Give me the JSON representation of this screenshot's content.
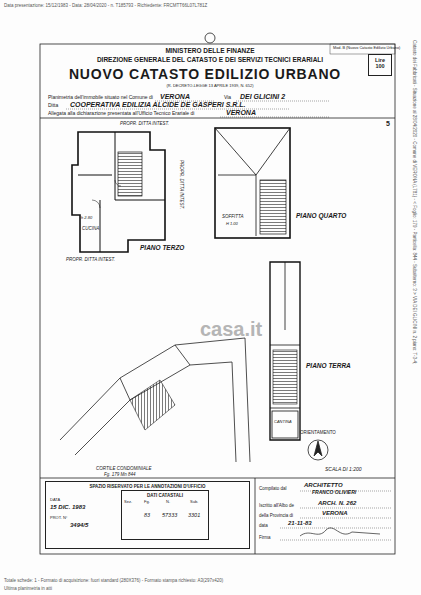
{
  "diagram": {
    "nodes": [
      {
        "text": [
          "Lire 100"
        ]
      },
      {
        "text": [
          "SPAZIO RISERVATO PER LE ANNOTAZIONI D'UFFICIO"
        ]
      },
      {
        "text": [
          "DATI CATASTALI"
        ],
        "in": 1
      }
    ],
    "labels": [
      "Data presentazione: 15/12/1983 - Data: 28/04/2020 - n. T185793 - Richiedente: FRCMTT66L07L781Z",
      "Mod. B (Nuovo Catasto Edilizio Urbano)",
      "MINISTERO DELLE FINANZE",
      "DIREZIONE GENERALE DEL CATASTO E DEI SERVIZI TECNICI ERARIALI",
      "NUOVO CATASTO EDILIZIO URBANO",
      "(R. DECRETO-LEGGE 13 APRILE 1939, N. 652)",
      "Planimetria dell'immobile situato nel Comune di",
      "VERONA",
      "Via",
      "DEI GLICINI 2",
      "Ditta",
      "COOPERATIVA EDILIZIA ALCIDE DE GASPERI S.R.L.",
      "Allegata alla dichiarazione presentata all'Ufficio Tecnico Erariale di",
      "VERONA",
      "5",
      "PROPR. DITTA INTEST.",
      "h 2.80",
      "CUCINA",
      "PROPR. DITTA INTEST.",
      "PROPR. DITTA INTEST.",
      "PIANO TERZO",
      "SOFFITTA",
      "H 1.00",
      "PIANO QUARTO",
      "PIANO TERRA",
      "CANTINA",
      "CORTILE CONDOMINIALE",
      "Fg. 179 Mn 844",
      "casa.it",
      "ORIENTAMENTO",
      "SCALA DI 1:200",
      "DATA",
      "15 DIC. 1983",
      "PROT. N°",
      "3494/5",
      "Sez.",
      "Fg.",
      "N.",
      "Sub.",
      "83",
      "57333",
      "3301",
      "Compilato dal",
      "ARCHITETTO",
      "FRANCO OLIVIERI",
      "Iscritto all'Albo de",
      "ARCH. N. 262",
      "della Provincia di",
      "VERONA",
      "data",
      "21-11-83",
      "Firma",
      "Totale schede: 1 - Formato di acquisizione: fuori standard (280X376) - Formato stampa richiesto: A3(297x420)",
      "Ultima planimetria in atti",
      "Catasto dei Fabbricati - Situazione al 28/04/2020 - Comune di VERONA (L781) - < Foglio: 179 - Particella: 844 - Subalterno: 3 > VIA DEI GLICINI n. 2 piano: T-3-4;"
    ]
  }
}
